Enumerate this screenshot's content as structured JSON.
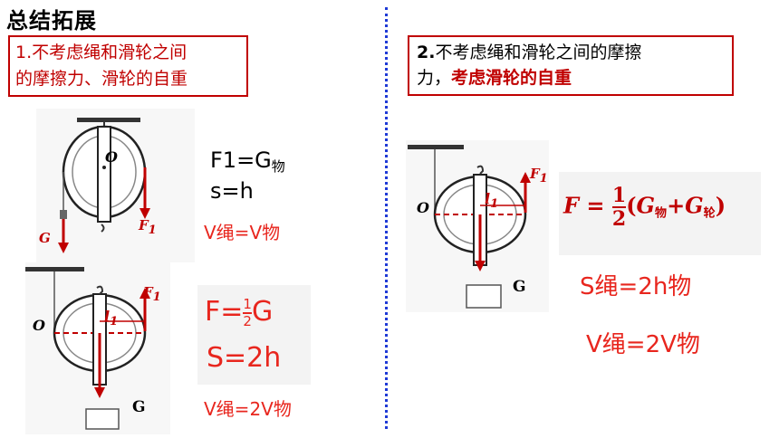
{
  "title": "总结拓展",
  "case1": {
    "num": "1.",
    "text_line1": "不考虑绳和滑轮之间",
    "text_line2": "的摩擦力、滑轮的自重"
  },
  "case2": {
    "num": "2.",
    "text_line1": "不考虑绳和滑轮之间的摩擦",
    "text_prefix": "力，",
    "text_red": "考虑滑轮的自重"
  },
  "fixed_pulley": {
    "label_o": "O",
    "label_g": "G",
    "label_f": "F",
    "label_f_sub": "1",
    "eq_f": "F1=G",
    "eq_f_sub": "物",
    "eq_s": "s=h",
    "eq_v": "V绳=V物"
  },
  "movable_pulley": {
    "label_o": "O",
    "label_g": "G",
    "label_f": "F",
    "label_f_sub": "1",
    "label_l": "l",
    "label_l_sub": "1",
    "eq_f_prefix": "F=",
    "eq_frac_num": "1",
    "eq_frac_den": "2",
    "eq_f_suffix": "G",
    "eq_s": "S=2h",
    "eq_v": "V绳=2V物"
  },
  "movable_pulley_weighted": {
    "label_o": "O",
    "label_g": "G",
    "label_f": "F",
    "label_f_sub": "1",
    "label_l": "l",
    "label_l_sub": "1",
    "eq_f_prefix": "F =",
    "eq_frac_num": "1",
    "eq_frac_den": "2",
    "eq_paren_open": "(",
    "eq_g1": "G",
    "eq_g1_sub": "物",
    "eq_plus": "+",
    "eq_g2": "G",
    "eq_g2_sub": "轮",
    "eq_paren_close": ")",
    "eq_s": "S绳=2h物",
    "eq_v": "V绳=2V物"
  },
  "colors": {
    "red": "#e8261e",
    "dark_red": "#c00000",
    "blue_divider": "#1f3ad6"
  }
}
